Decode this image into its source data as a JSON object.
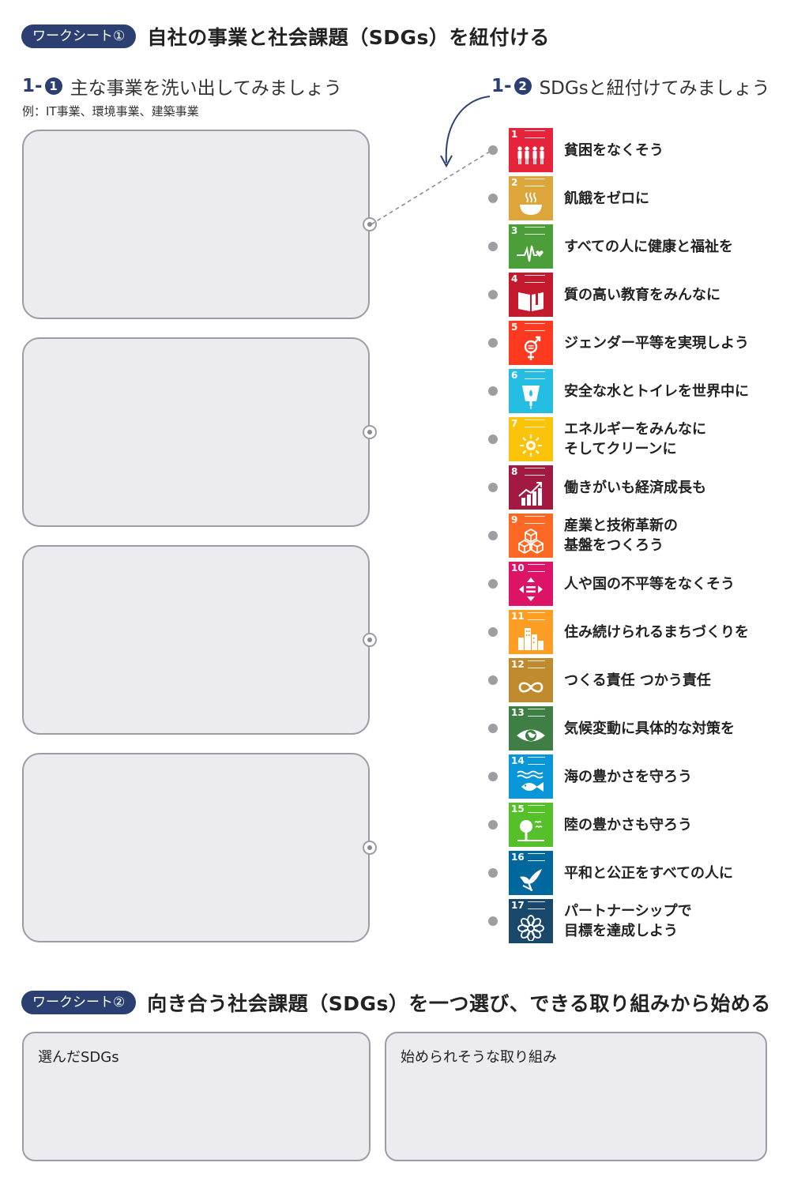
{
  "worksheet1": {
    "badge": "ワークシート①",
    "title": "自社の事業と社会課題（SDGs）を紐付ける"
  },
  "section1": {
    "num": "1-",
    "circle": "1",
    "title": "主な事業を洗い出してみましょう",
    "example": "例：IT事業、環境事業、建築事業"
  },
  "section2": {
    "num": "1-",
    "circle": "2",
    "title": "SDGsと紐付けてみましょう"
  },
  "sdgs": [
    {
      "num": "1",
      "line1": "貧困をなくそう",
      "line2": "",
      "color": "#e5243b",
      "icon": "people-icon"
    },
    {
      "num": "2",
      "line1": "飢餓をゼロに",
      "line2": "",
      "color": "#dda63a",
      "icon": "bowl-icon"
    },
    {
      "num": "3",
      "line1": "すべての人に健康と福祉を",
      "line2": "",
      "color": "#4c9f38",
      "icon": "heartbeat-icon"
    },
    {
      "num": "4",
      "line1": "質の高い教育をみんなに",
      "line2": "",
      "color": "#c5192d",
      "icon": "book-icon"
    },
    {
      "num": "5",
      "line1": "ジェンダー平等を実現しよう",
      "line2": "",
      "color": "#ff3a21",
      "icon": "gender-icon"
    },
    {
      "num": "6",
      "line1": "安全な水とトイレを世界中に",
      "line2": "",
      "color": "#26bde2",
      "icon": "water-icon"
    },
    {
      "num": "7",
      "line1": "エネルギーをみんなに",
      "line2": "そしてクリーンに",
      "color": "#fcc30b",
      "icon": "sun-icon"
    },
    {
      "num": "8",
      "line1": "働きがいも経済成長も",
      "line2": "",
      "color": "#a21942",
      "icon": "growth-icon"
    },
    {
      "num": "9",
      "line1": "産業と技術革新の",
      "line2": "基盤をつくろう",
      "color": "#fd6925",
      "icon": "cubes-icon"
    },
    {
      "num": "10",
      "line1": "人や国の不平等をなくそう",
      "line2": "",
      "color": "#dd1367",
      "icon": "equality-icon"
    },
    {
      "num": "11",
      "line1": "住み続けられるまちづくりを",
      "line2": "",
      "color": "#fd9d24",
      "icon": "city-icon"
    },
    {
      "num": "12",
      "line1": "つくる責任 つかう責任",
      "line2": "",
      "color": "#bf8b2e",
      "icon": "infinity-icon"
    },
    {
      "num": "13",
      "line1": "気候変動に具体的な対策を",
      "line2": "",
      "color": "#3f7e44",
      "icon": "eye-icon"
    },
    {
      "num": "14",
      "line1": "海の豊かさを守ろう",
      "line2": "",
      "color": "#0a97d9",
      "icon": "fish-icon"
    },
    {
      "num": "15",
      "line1": "陸の豊かさも守ろう",
      "line2": "",
      "color": "#56c02b",
      "icon": "tree-icon"
    },
    {
      "num": "16",
      "line1": "平和と公正をすべての人に",
      "line2": "",
      "color": "#00689d",
      "icon": "dove-icon"
    },
    {
      "num": "17",
      "line1": "パートナーシップで",
      "line2": "目標を達成しよう",
      "color": "#19486a",
      "icon": "flower-icon"
    }
  ],
  "worksheet2": {
    "badge": "ワークシート②",
    "title": "向き合う社会課題（SDGs）を一つ選び、できる取り組みから始める",
    "box_left": "選んだSDGs",
    "box_right": "始められそうな取り組み"
  },
  "colors": {
    "badge": "#2b3f73",
    "card_fill": "#ececf0",
    "card_border": "#9c9ca4"
  }
}
